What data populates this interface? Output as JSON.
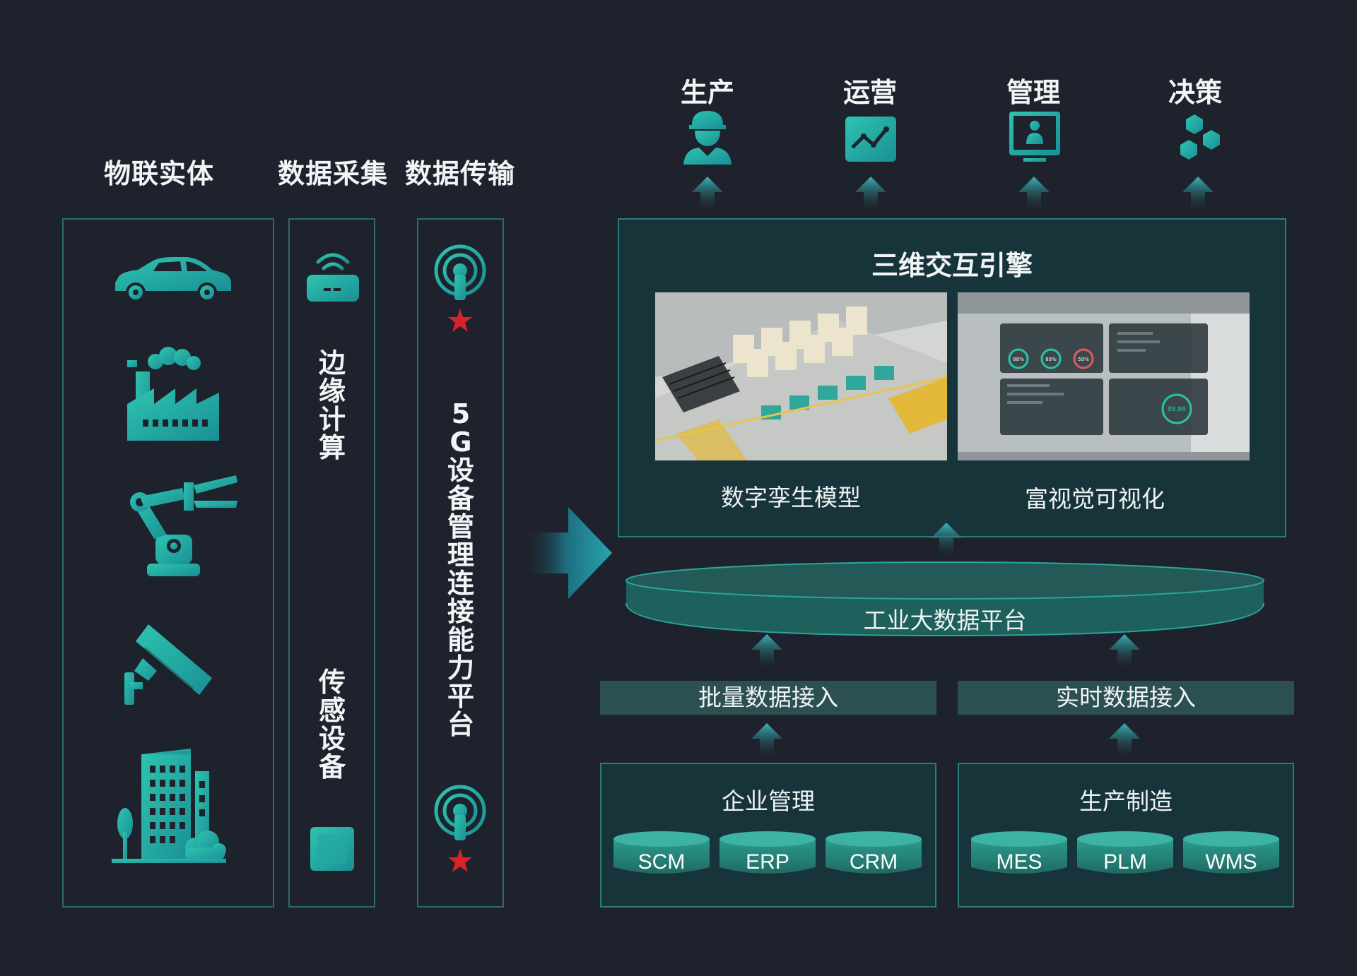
{
  "columns": {
    "iot_entity": "物联实体",
    "data_collection": "数据采集",
    "data_transmission": "数据传输"
  },
  "collection": {
    "edge_computing": "边缘计算",
    "sensing_devices": "传感设备"
  },
  "transmission": {
    "platform": "5G设备管理连接能力平台"
  },
  "outputs": [
    "生产",
    "运营",
    "管理",
    "决策"
  ],
  "engine": {
    "title": "三维交互引擎",
    "left_caption": "数字孪生模型",
    "right_caption": "富视觉可视化",
    "gauges": [
      "88%",
      "89%",
      "59%"
    ],
    "gauge_value": "88.86"
  },
  "platform": {
    "label": "工业大数据平台"
  },
  "ingest": {
    "batch": "批量数据接入",
    "realtime": "实时数据接入"
  },
  "sources": {
    "enterprise": {
      "title": "企业管理",
      "systems": [
        "SCM",
        "ERP",
        "CRM"
      ]
    },
    "manufacturing": {
      "title": "生产制造",
      "systems": [
        "MES",
        "PLM",
        "WMS"
      ]
    }
  },
  "colors": {
    "background": "#1d222c",
    "accent": "#2bb8a8",
    "frame": "#2c6c6c",
    "star": "#d8232a"
  },
  "icons": {
    "iot": [
      "car-icon",
      "factory-icon",
      "robot-arm-icon",
      "camera-icon",
      "building-icon"
    ],
    "collection": [
      "router-icon",
      "chip-icon"
    ],
    "transmission": [
      "antenna-icon",
      "antenna-icon"
    ],
    "outputs": [
      "worker-icon",
      "chart-icon",
      "presenter-icon",
      "hexagon-icon"
    ]
  }
}
